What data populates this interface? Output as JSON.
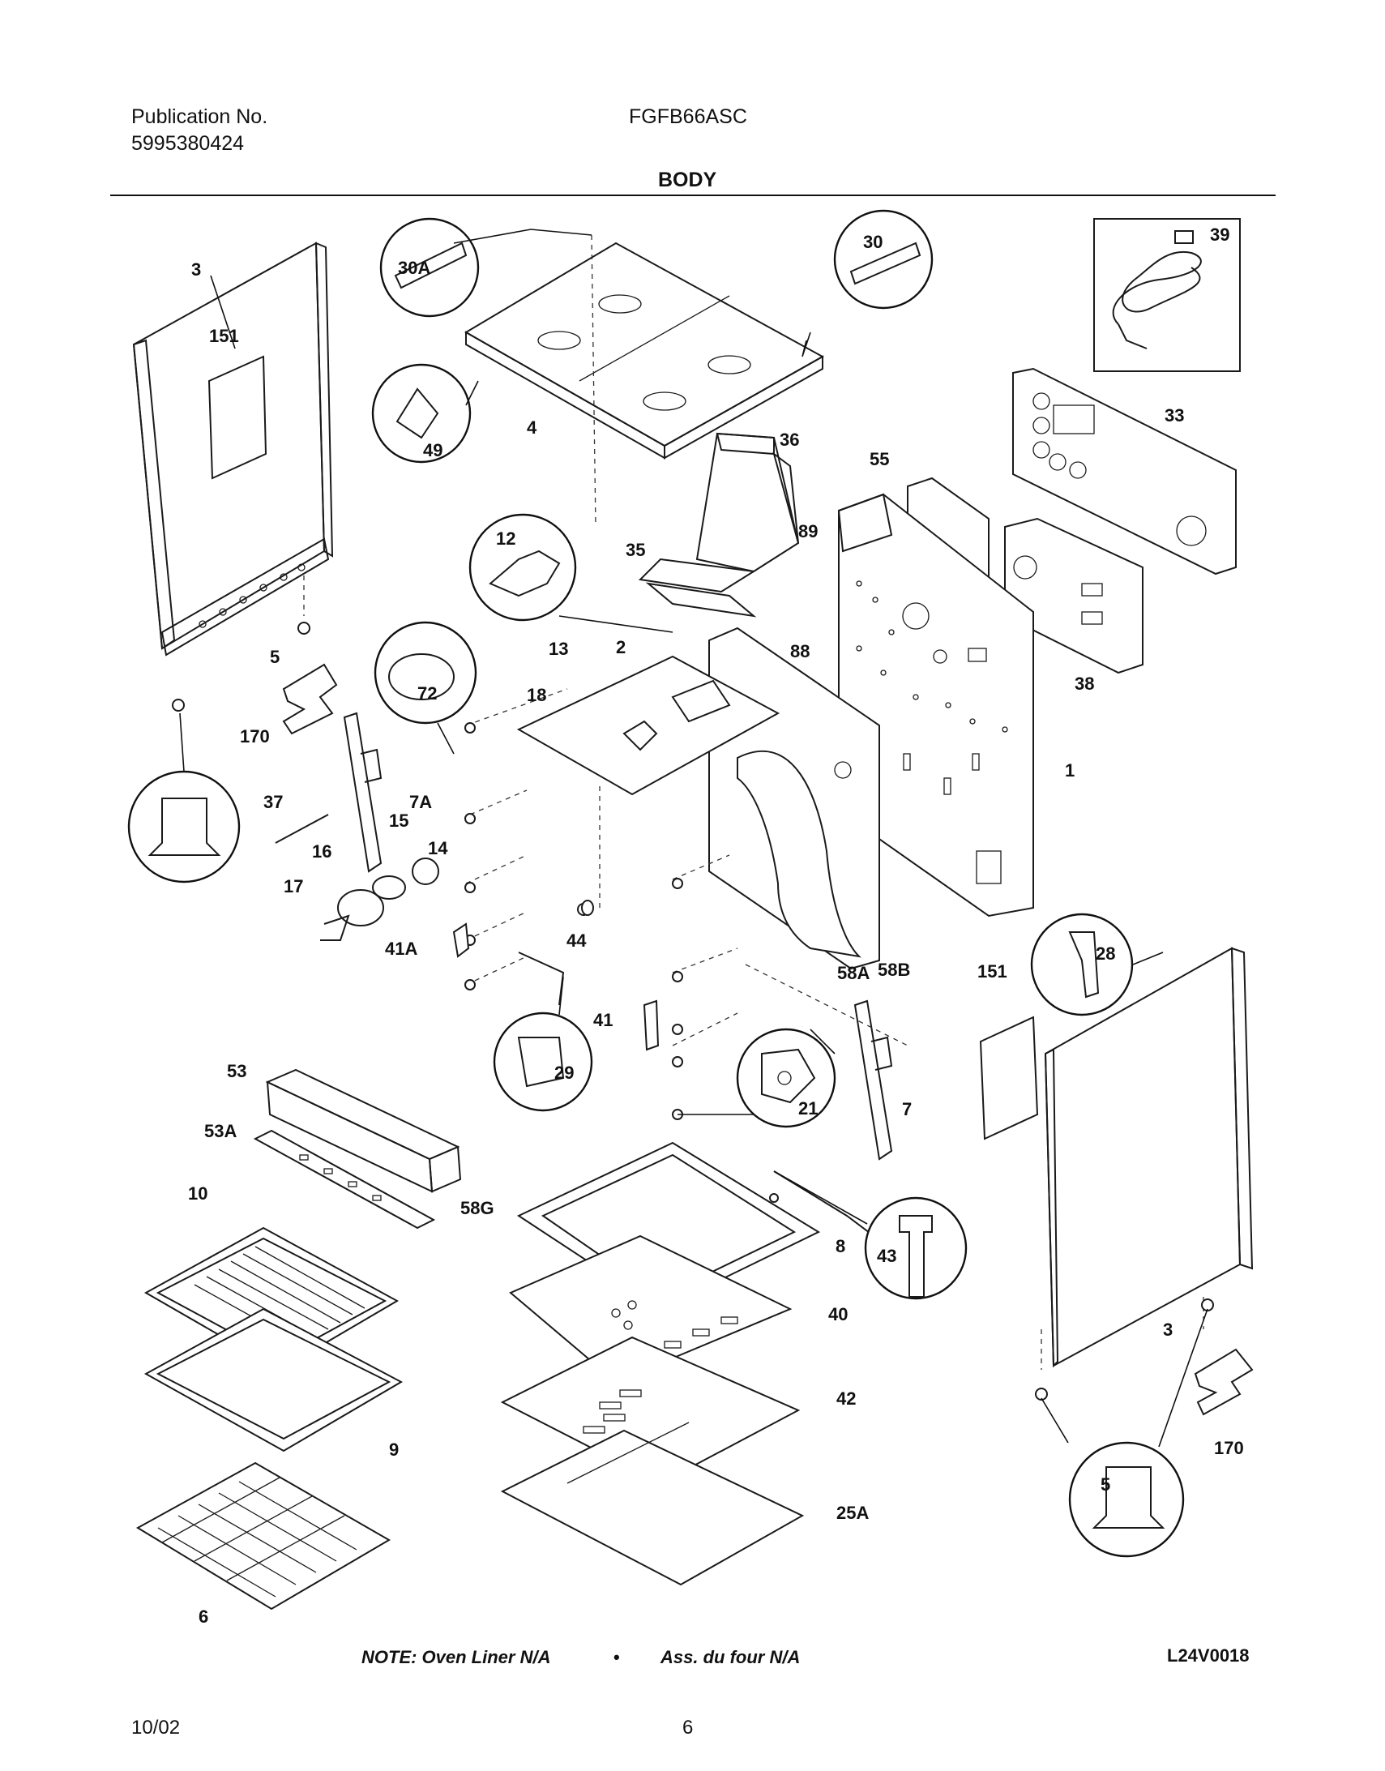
{
  "header": {
    "publication_label": "Publication No.",
    "publication_number": "5995380424",
    "model": "FGFB66ASC",
    "section_title": "BODY"
  },
  "callouts": [
    "30A",
    "30",
    "39",
    "3",
    "151",
    "4",
    "49",
    "36",
    "33",
    "55",
    "12",
    "89",
    "35",
    "88",
    "38",
    "5",
    "170",
    "13",
    "2",
    "18",
    "72",
    "1",
    "7A",
    "37",
    "15",
    "14",
    "16",
    "17",
    "44",
    "41A",
    "58A",
    "58B",
    "151",
    "28",
    "41",
    "29",
    "21",
    "7",
    "53",
    "53A",
    "58G",
    "10",
    "8",
    "43",
    "40",
    "3",
    "42",
    "170",
    "9",
    "25A",
    "5",
    "6"
  ],
  "note": {
    "text_en": "NOTE: Oven Liner N/A",
    "bullet": "•",
    "text_fr": "Ass. du four N/A"
  },
  "drawing_code": "L24V0018",
  "footer": {
    "date": "10/02",
    "page": "6"
  }
}
